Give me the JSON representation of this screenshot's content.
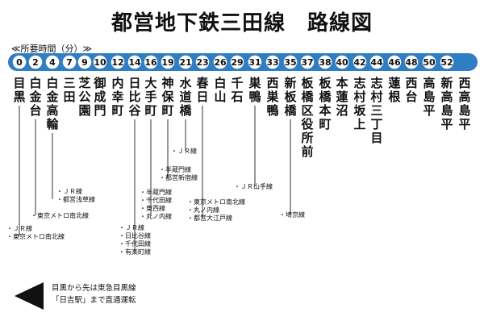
{
  "title": "都営地下鉄三田線　路線図",
  "minutes_label": "≪所要時間（分）≫",
  "stations": [
    {
      "minute": "0",
      "name": "目黒"
    },
    {
      "minute": "2",
      "name": "白金台"
    },
    {
      "minute": "4",
      "name": "白金高輪"
    },
    {
      "minute": "7",
      "name": "三田"
    },
    {
      "minute": "9",
      "name": "芝公園"
    },
    {
      "minute": "10",
      "name": "御成門"
    },
    {
      "minute": "12",
      "name": "内幸町"
    },
    {
      "minute": "14",
      "name": "日比谷"
    },
    {
      "minute": "16",
      "name": "大手町"
    },
    {
      "minute": "19",
      "name": "神保町"
    },
    {
      "minute": "21",
      "name": "水道橋"
    },
    {
      "minute": "23",
      "name": "春日"
    },
    {
      "minute": "26",
      "name": "白山"
    },
    {
      "minute": "29",
      "name": "千石"
    },
    {
      "minute": "31",
      "name": "巣鴨"
    },
    {
      "minute": "33",
      "name": "西巣鴨"
    },
    {
      "minute": "35",
      "name": "新板橋"
    },
    {
      "minute": "37",
      "name": "板橋区役所前"
    },
    {
      "minute": "38",
      "name": "板橋本町"
    },
    {
      "minute": "40",
      "name": "本蓮沼"
    },
    {
      "minute": "42",
      "name": "志村坂上"
    },
    {
      "minute": "44",
      "name": "志村三丁目"
    },
    {
      "minute": "46",
      "name": "蓮根"
    },
    {
      "minute": "48",
      "name": "西台"
    },
    {
      "minute": "50",
      "name": "高島平"
    },
    {
      "minute": "52",
      "name": "新高島平"
    },
    {
      "minute": "",
      "name": "西高島平"
    }
  ],
  "transfers": [
    {
      "station_index": 0,
      "lines": [
        "・ＪＲ線",
        "・東京メトロ南北線"
      ]
    },
    {
      "station_index": 1,
      "lines": [
        "・東京メトロ南北線"
      ]
    },
    {
      "station_index": 2,
      "lines": [
        "・ＪＲ線",
        "・都営浅草線"
      ]
    },
    {
      "station_index": 7,
      "lines": [
        "・ＪＲ線",
        "・日比谷線",
        "・千代田線",
        "・有楽町線"
      ]
    },
    {
      "station_index": 8,
      "lines": [
        "・半蔵門線",
        "・千代田線",
        "・東西線",
        "・丸ノ内線"
      ]
    },
    {
      "station_index": 9,
      "lines": [
        "・半蔵門線",
        "・都営新宿線"
      ]
    },
    {
      "station_index": 10,
      "lines": [
        "・ＪＲ線"
      ]
    },
    {
      "station_index": 11,
      "lines": [
        "・東京メトロ南北線",
        "・丸ノ内線",
        "・都営大江戸線"
      ]
    },
    {
      "station_index": 14,
      "lines": [
        "・ＪＲ山手線"
      ]
    },
    {
      "station_index": 16,
      "lines": [
        "・埼京線"
      ]
    }
  ],
  "note": {
    "line1": "目黒から先は東急目黒線",
    "line2": "「日吉駅」まで直通運転"
  },
  "colors": {
    "route_bar": "#2f7dc2",
    "circle_fill": "#ffffff",
    "text": "#111111"
  }
}
